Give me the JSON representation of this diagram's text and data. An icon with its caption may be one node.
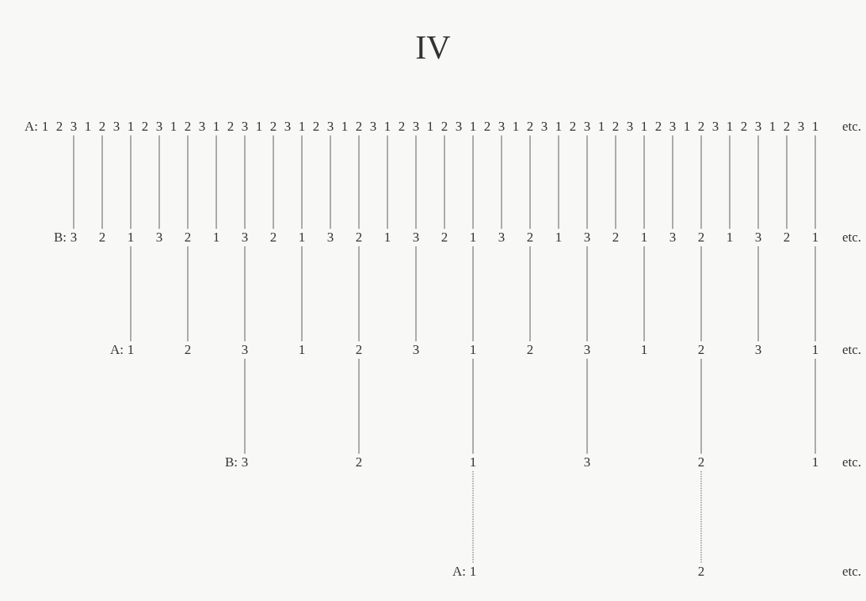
{
  "diagram": {
    "title": "IV",
    "nodes": [
      {
        "text": [
          "1"
        ]
      },
      {
        "text": [
          "2"
        ]
      },
      {
        "text": [
          "3"
        ]
      },
      {
        "text": [
          "1"
        ]
      },
      {
        "text": [
          "2"
        ]
      },
      {
        "text": [
          "3"
        ]
      },
      {
        "text": [
          "1"
        ]
      },
      {
        "text": [
          "2"
        ]
      },
      {
        "text": [
          "3"
        ]
      },
      {
        "text": [
          "1"
        ]
      },
      {
        "text": [
          "2"
        ]
      },
      {
        "text": [
          "3"
        ]
      },
      {
        "text": [
          "1"
        ]
      },
      {
        "text": [
          "2"
        ]
      },
      {
        "text": [
          "3"
        ]
      },
      {
        "text": [
          "1"
        ]
      },
      {
        "text": [
          "2"
        ]
      },
      {
        "text": [
          "3"
        ]
      },
      {
        "text": [
          "1"
        ]
      },
      {
        "text": [
          "2"
        ]
      },
      {
        "text": [
          "3"
        ]
      },
      {
        "text": [
          "1"
        ]
      },
      {
        "text": [
          "2"
        ]
      },
      {
        "text": [
          "3"
        ]
      },
      {
        "text": [
          "1"
        ]
      },
      {
        "text": [
          "2"
        ]
      },
      {
        "text": [
          "3"
        ]
      },
      {
        "text": [
          "1"
        ]
      },
      {
        "text": [
          "2"
        ]
      },
      {
        "text": [
          "3"
        ]
      },
      {
        "text": [
          "1"
        ]
      },
      {
        "text": [
          "2"
        ]
      },
      {
        "text": [
          "3"
        ]
      },
      {
        "text": [
          "1"
        ]
      },
      {
        "text": [
          "2"
        ]
      },
      {
        "text": [
          "3"
        ]
      },
      {
        "text": [
          "1"
        ]
      },
      {
        "text": [
          "2"
        ]
      },
      {
        "text": [
          "3"
        ]
      },
      {
        "text": [
          "1"
        ]
      },
      {
        "text": [
          "2"
        ]
      },
      {
        "text": [
          "3"
        ]
      },
      {
        "text": [
          "1"
        ]
      },
      {
        "text": [
          "2"
        ]
      },
      {
        "text": [
          "3"
        ]
      },
      {
        "text": [
          "1"
        ]
      },
      {
        "text": [
          "2"
        ]
      },
      {
        "text": [
          "3"
        ]
      },
      {
        "text": [
          "1"
        ]
      },
      {
        "text": [
          "2"
        ]
      },
      {
        "text": [
          "3"
        ]
      },
      {
        "text": [
          "1"
        ]
      },
      {
        "text": [
          "2"
        ]
      },
      {
        "text": [
          "3"
        ]
      },
      {
        "text": [
          "1"
        ]
      },
      {
        "text": [
          "3"
        ]
      },
      {
        "text": [
          "2"
        ]
      },
      {
        "text": [
          "1"
        ]
      },
      {
        "text": [
          "3"
        ]
      },
      {
        "text": [
          "2"
        ]
      },
      {
        "text": [
          "1"
        ]
      },
      {
        "text": [
          "3"
        ]
      },
      {
        "text": [
          "2"
        ]
      },
      {
        "text": [
          "1"
        ]
      },
      {
        "text": [
          "3"
        ]
      },
      {
        "text": [
          "2"
        ]
      },
      {
        "text": [
          "1"
        ]
      },
      {
        "text": [
          "3"
        ]
      },
      {
        "text": [
          "2"
        ]
      },
      {
        "text": [
          "1"
        ]
      },
      {
        "text": [
          "3"
        ]
      },
      {
        "text": [
          "2"
        ]
      },
      {
        "text": [
          "1"
        ]
      },
      {
        "text": [
          "3"
        ]
      },
      {
        "text": [
          "2"
        ]
      },
      {
        "text": [
          "1"
        ]
      },
      {
        "text": [
          "3"
        ]
      },
      {
        "text": [
          "2"
        ]
      },
      {
        "text": [
          "1"
        ]
      },
      {
        "text": [
          "3"
        ]
      },
      {
        "text": [
          "2"
        ]
      },
      {
        "text": [
          "1"
        ]
      },
      {
        "text": [
          "1"
        ]
      },
      {
        "text": [
          "2"
        ]
      },
      {
        "text": [
          "3"
        ]
      },
      {
        "text": [
          "1"
        ]
      },
      {
        "text": [
          "2"
        ]
      },
      {
        "text": [
          "3"
        ]
      },
      {
        "text": [
          "1"
        ]
      },
      {
        "text": [
          "2"
        ]
      },
      {
        "text": [
          "3"
        ]
      },
      {
        "text": [
          "1"
        ]
      },
      {
        "text": [
          "2"
        ]
      },
      {
        "text": [
          "3"
        ]
      },
      {
        "text": [
          "1"
        ]
      },
      {
        "text": [
          "3"
        ]
      },
      {
        "text": [
          "2"
        ]
      },
      {
        "text": [
          "1"
        ]
      },
      {
        "text": [
          "3"
        ]
      },
      {
        "text": [
          "2"
        ]
      },
      {
        "text": [
          "1"
        ]
      },
      {
        "text": [
          "1"
        ]
      },
      {
        "text": [
          "2"
        ]
      }
    ],
    "edges": [
      {
        "from": 2,
        "to": 55,
        "arrow": "none"
      },
      {
        "from": 4,
        "to": 56,
        "arrow": "none"
      },
      {
        "from": 6,
        "to": 57,
        "arrow": "none"
      },
      {
        "from": 8,
        "to": 58,
        "arrow": "none"
      },
      {
        "from": 10,
        "to": 59,
        "arrow": "none"
      },
      {
        "from": 12,
        "to": 60,
        "arrow": "none"
      },
      {
        "from": 14,
        "to": 61,
        "arrow": "none"
      },
      {
        "from": 16,
        "to": 62,
        "arrow": "none"
      },
      {
        "from": 18,
        "to": 63,
        "arrow": "none"
      },
      {
        "from": 20,
        "to": 64,
        "arrow": "none"
      },
      {
        "from": 22,
        "to": 65,
        "arrow": "none"
      },
      {
        "from": 24,
        "to": 66,
        "arrow": "none"
      },
      {
        "from": 26,
        "to": 67,
        "arrow": "none"
      },
      {
        "from": 28,
        "to": 68,
        "arrow": "none"
      },
      {
        "from": 30,
        "to": 69,
        "arrow": "none"
      },
      {
        "from": 32,
        "to": 70,
        "arrow": "none"
      },
      {
        "from": 34,
        "to": 71,
        "arrow": "none"
      },
      {
        "from": 36,
        "to": 72,
        "arrow": "none"
      },
      {
        "from": 38,
        "to": 73,
        "arrow": "none"
      },
      {
        "from": 40,
        "to": 74,
        "arrow": "none"
      },
      {
        "from": 42,
        "to": 75,
        "arrow": "none"
      },
      {
        "from": 44,
        "to": 76,
        "arrow": "none"
      },
      {
        "from": 46,
        "to": 77,
        "arrow": "none"
      },
      {
        "from": 48,
        "to": 78,
        "arrow": "none"
      },
      {
        "from": 50,
        "to": 79,
        "arrow": "none"
      },
      {
        "from": 52,
        "to": 80,
        "arrow": "none"
      },
      {
        "from": 54,
        "to": 81,
        "arrow": "none"
      },
      {
        "from": 57,
        "to": 82,
        "arrow": "none"
      },
      {
        "from": 59,
        "to": 83,
        "arrow": "none"
      },
      {
        "from": 61,
        "to": 84,
        "arrow": "none"
      },
      {
        "from": 63,
        "to": 85,
        "arrow": "none"
      },
      {
        "from": 65,
        "to": 86,
        "arrow": "none"
      },
      {
        "from": 67,
        "to": 87,
        "arrow": "none"
      },
      {
        "from": 69,
        "to": 88,
        "arrow": "none"
      },
      {
        "from": 71,
        "to": 89,
        "arrow": "none"
      },
      {
        "from": 73,
        "to": 90,
        "arrow": "none"
      },
      {
        "from": 75,
        "to": 91,
        "arrow": "none"
      },
      {
        "from": 77,
        "to": 92,
        "arrow": "none"
      },
      {
        "from": 79,
        "to": 93,
        "arrow": "none"
      },
      {
        "from": 81,
        "to": 94,
        "arrow": "none"
      },
      {
        "from": 84,
        "to": 95,
        "arrow": "none"
      },
      {
        "from": 86,
        "to": 96,
        "arrow": "none"
      },
      {
        "from": 88,
        "to": 97,
        "arrow": "none"
      },
      {
        "from": 90,
        "to": 98,
        "arrow": "none"
      },
      {
        "from": 92,
        "to": 99,
        "arrow": "none"
      },
      {
        "from": 94,
        "to": 100,
        "arrow": "none"
      },
      {
        "from": 97,
        "to": 101,
        "arrow": "none",
        "style": "dashed"
      },
      {
        "from": 99,
        "to": 102,
        "arrow": "none",
        "style": "dashed"
      }
    ],
    "labels": [
      "A:",
      "etc.",
      "B:",
      "etc.",
      "A:",
      "etc.",
      "B:",
      "etc.",
      "A:",
      "etc."
    ]
  }
}
